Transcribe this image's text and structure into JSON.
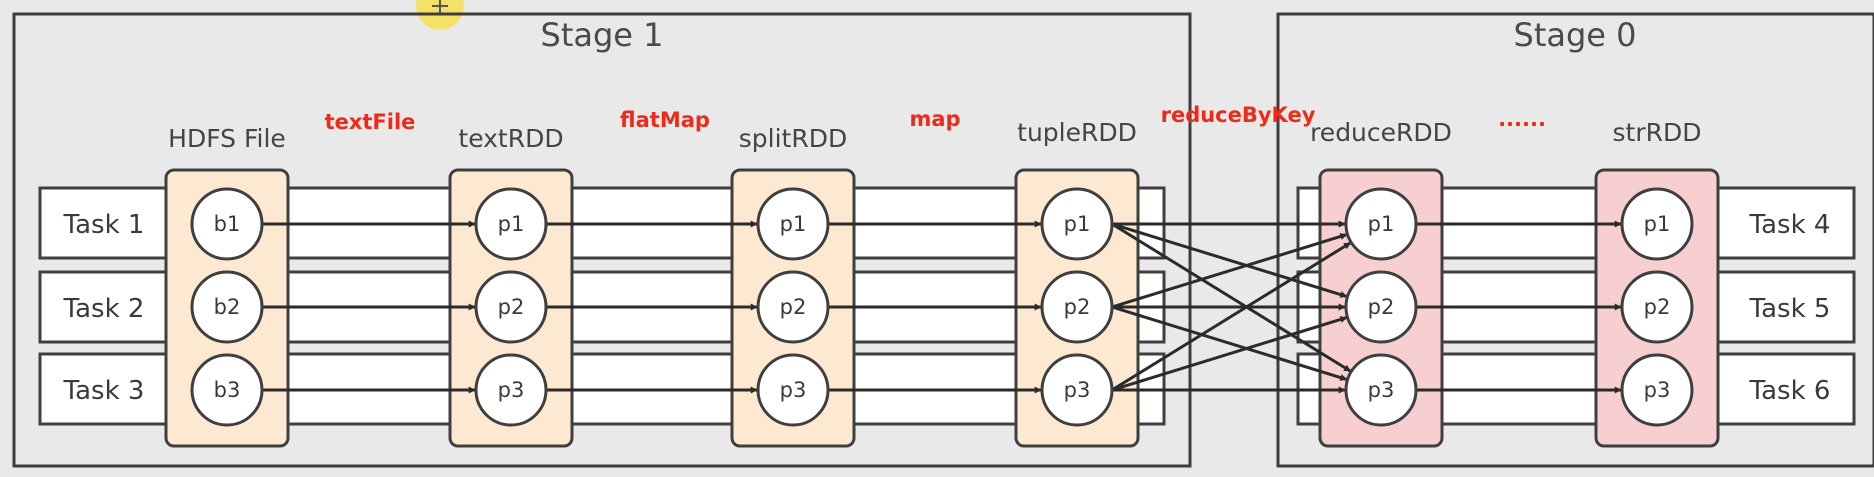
{
  "stages": [
    {
      "title": "Stage 1"
    },
    {
      "title": "Stage 0"
    }
  ],
  "columns": [
    {
      "label": "HDFS File",
      "nodes": [
        "b1",
        "b2",
        "b3"
      ],
      "fill": "#fde9d2",
      "stage": "Stage 1"
    },
    {
      "label": "textRDD",
      "nodes": [
        "p1",
        "p2",
        "p3"
      ],
      "fill": "#fde9d2",
      "stage": "Stage 1"
    },
    {
      "label": "splitRDD",
      "nodes": [
        "p1",
        "p2",
        "p3"
      ],
      "fill": "#fde9d2",
      "stage": "Stage 1"
    },
    {
      "label": "tupleRDD",
      "nodes": [
        "p1",
        "p2",
        "p3"
      ],
      "fill": "#fde9d2",
      "stage": "Stage 1"
    },
    {
      "label": "reduceRDD",
      "nodes": [
        "p1",
        "p2",
        "p3"
      ],
      "fill": "#f8cfd0",
      "stage": "Stage 0"
    },
    {
      "label": "strRDD",
      "nodes": [
        "p1",
        "p2",
        "p3"
      ],
      "fill": "#f8cfd0",
      "stage": "Stage 0"
    }
  ],
  "operations": [
    {
      "label": "textFile",
      "between": [
        "HDFS File",
        "textRDD"
      ]
    },
    {
      "label": "flatMap",
      "between": [
        "textRDD",
        "splitRDD"
      ]
    },
    {
      "label": "map",
      "between": [
        "splitRDD",
        "tupleRDD"
      ]
    },
    {
      "label": "reduceByKey",
      "between": [
        "tupleRDD",
        "reduceRDD"
      ]
    },
    {
      "label": "......",
      "between": [
        "reduceRDD",
        "strRDD"
      ]
    }
  ],
  "tasks": {
    "stage1": [
      "Task 1",
      "Task 2",
      "Task 3"
    ],
    "stage0": [
      "Task 4",
      "Task 5",
      "Task 6"
    ]
  },
  "colors": {
    "operation_label": "#ee2a1a",
    "narrow_partition": "#fde9d2",
    "shuffle_partition": "#f8cfd0",
    "background": "#e9e9e9",
    "cursor_highlight": "#f5e15a"
  }
}
